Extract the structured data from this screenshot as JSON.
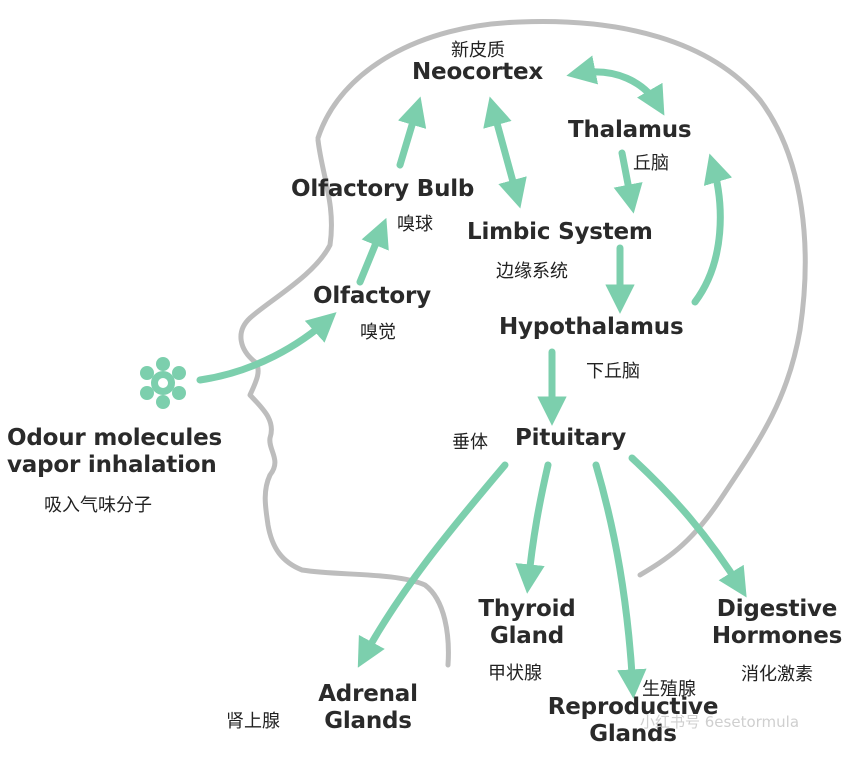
{
  "colors": {
    "arrow": "#7ccfad",
    "outline": "#bdbdbd",
    "text": "#2a2a2a"
  },
  "nodes": {
    "neocortex": {
      "en": "Neocortex",
      "zh": "新皮质"
    },
    "thalamus": {
      "en": "Thalamus",
      "zh": "丘脑"
    },
    "olfactory_bulb": {
      "en": "Olfactory Bulb",
      "zh": "嗅球"
    },
    "limbic_system": {
      "en": "Limbic System",
      "zh": "边缘系统"
    },
    "olfactory": {
      "en": "Olfactory",
      "zh": "嗅觉"
    },
    "hypothalamus": {
      "en": "Hypothalamus",
      "zh": "下丘脑"
    },
    "odour": {
      "en": "Odour molecules\nvapor inhalation",
      "zh": "吸入气味分子"
    },
    "pituitary": {
      "en": "Pituitary",
      "zh": "垂体"
    },
    "thyroid": {
      "en": "Thyroid\nGland",
      "zh": "甲状腺"
    },
    "digestive": {
      "en": "Digestive\nHormones",
      "zh": "消化激素"
    },
    "adrenal": {
      "en": "Adrenal\nGlands",
      "zh": "肾上腺"
    },
    "reproductive": {
      "en": "Reproductive\nGlands",
      "zh": "生殖腺"
    }
  },
  "watermark": {
    "line1": "小红书号 6esetormula"
  },
  "icons": {
    "molecule": "molecule-icon"
  }
}
